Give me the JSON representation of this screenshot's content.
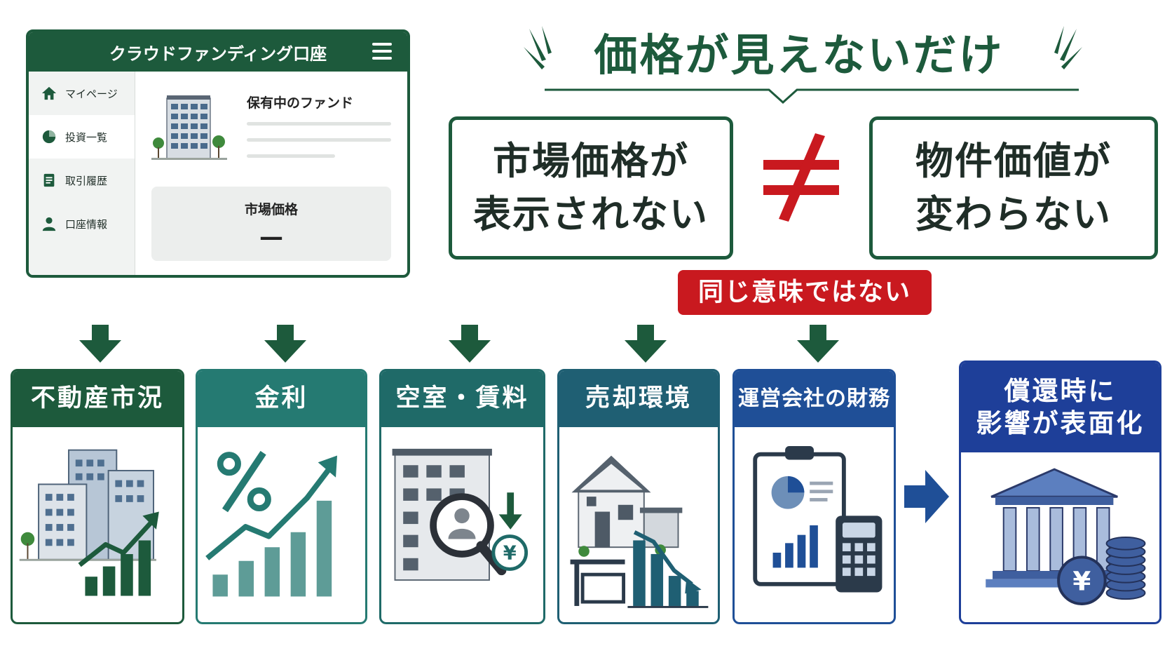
{
  "app": {
    "title": "クラウドファンディング口座",
    "sidebar": [
      {
        "label": "マイページ",
        "icon": "home-icon"
      },
      {
        "label": "投資一覧",
        "icon": "pie-chart-icon"
      },
      {
        "label": "取引履歴",
        "icon": "document-icon"
      },
      {
        "label": "口座情報",
        "icon": "user-icon"
      }
    ],
    "fund_title": "保有中のファンド",
    "market_label": "市場価格",
    "market_value": "—"
  },
  "headline": "価格が見えないだけ",
  "compare": {
    "left": [
      "市場価格が",
      "表示されない"
    ],
    "right": [
      "物件価値が",
      "変わらない"
    ],
    "not_equal_symbol": "≠",
    "note": "同じ意味ではない"
  },
  "factors": [
    {
      "label": "不動産市況",
      "icon": "buildings-growth-icon"
    },
    {
      "label": "金利",
      "icon": "interest-rate-icon"
    },
    {
      "label": "空室・賃料",
      "icon": "vacancy-rent-icon"
    },
    {
      "label": "売却環境",
      "icon": "house-sale-icon"
    },
    {
      "label": "運営会社の財務",
      "icon": "financial-report-icon"
    }
  ],
  "result": {
    "lines": [
      "償還時に",
      "影響が表面化"
    ],
    "icon": "bank-yen-icon"
  },
  "colors": {
    "dark_green": "#1d5a3c",
    "teal": "#257a72",
    "dark_teal": "#1f6a68",
    "navy_teal": "#1f5f73",
    "blue": "#1f4f97",
    "navy": "#1e3f99",
    "red": "#c9191f"
  }
}
